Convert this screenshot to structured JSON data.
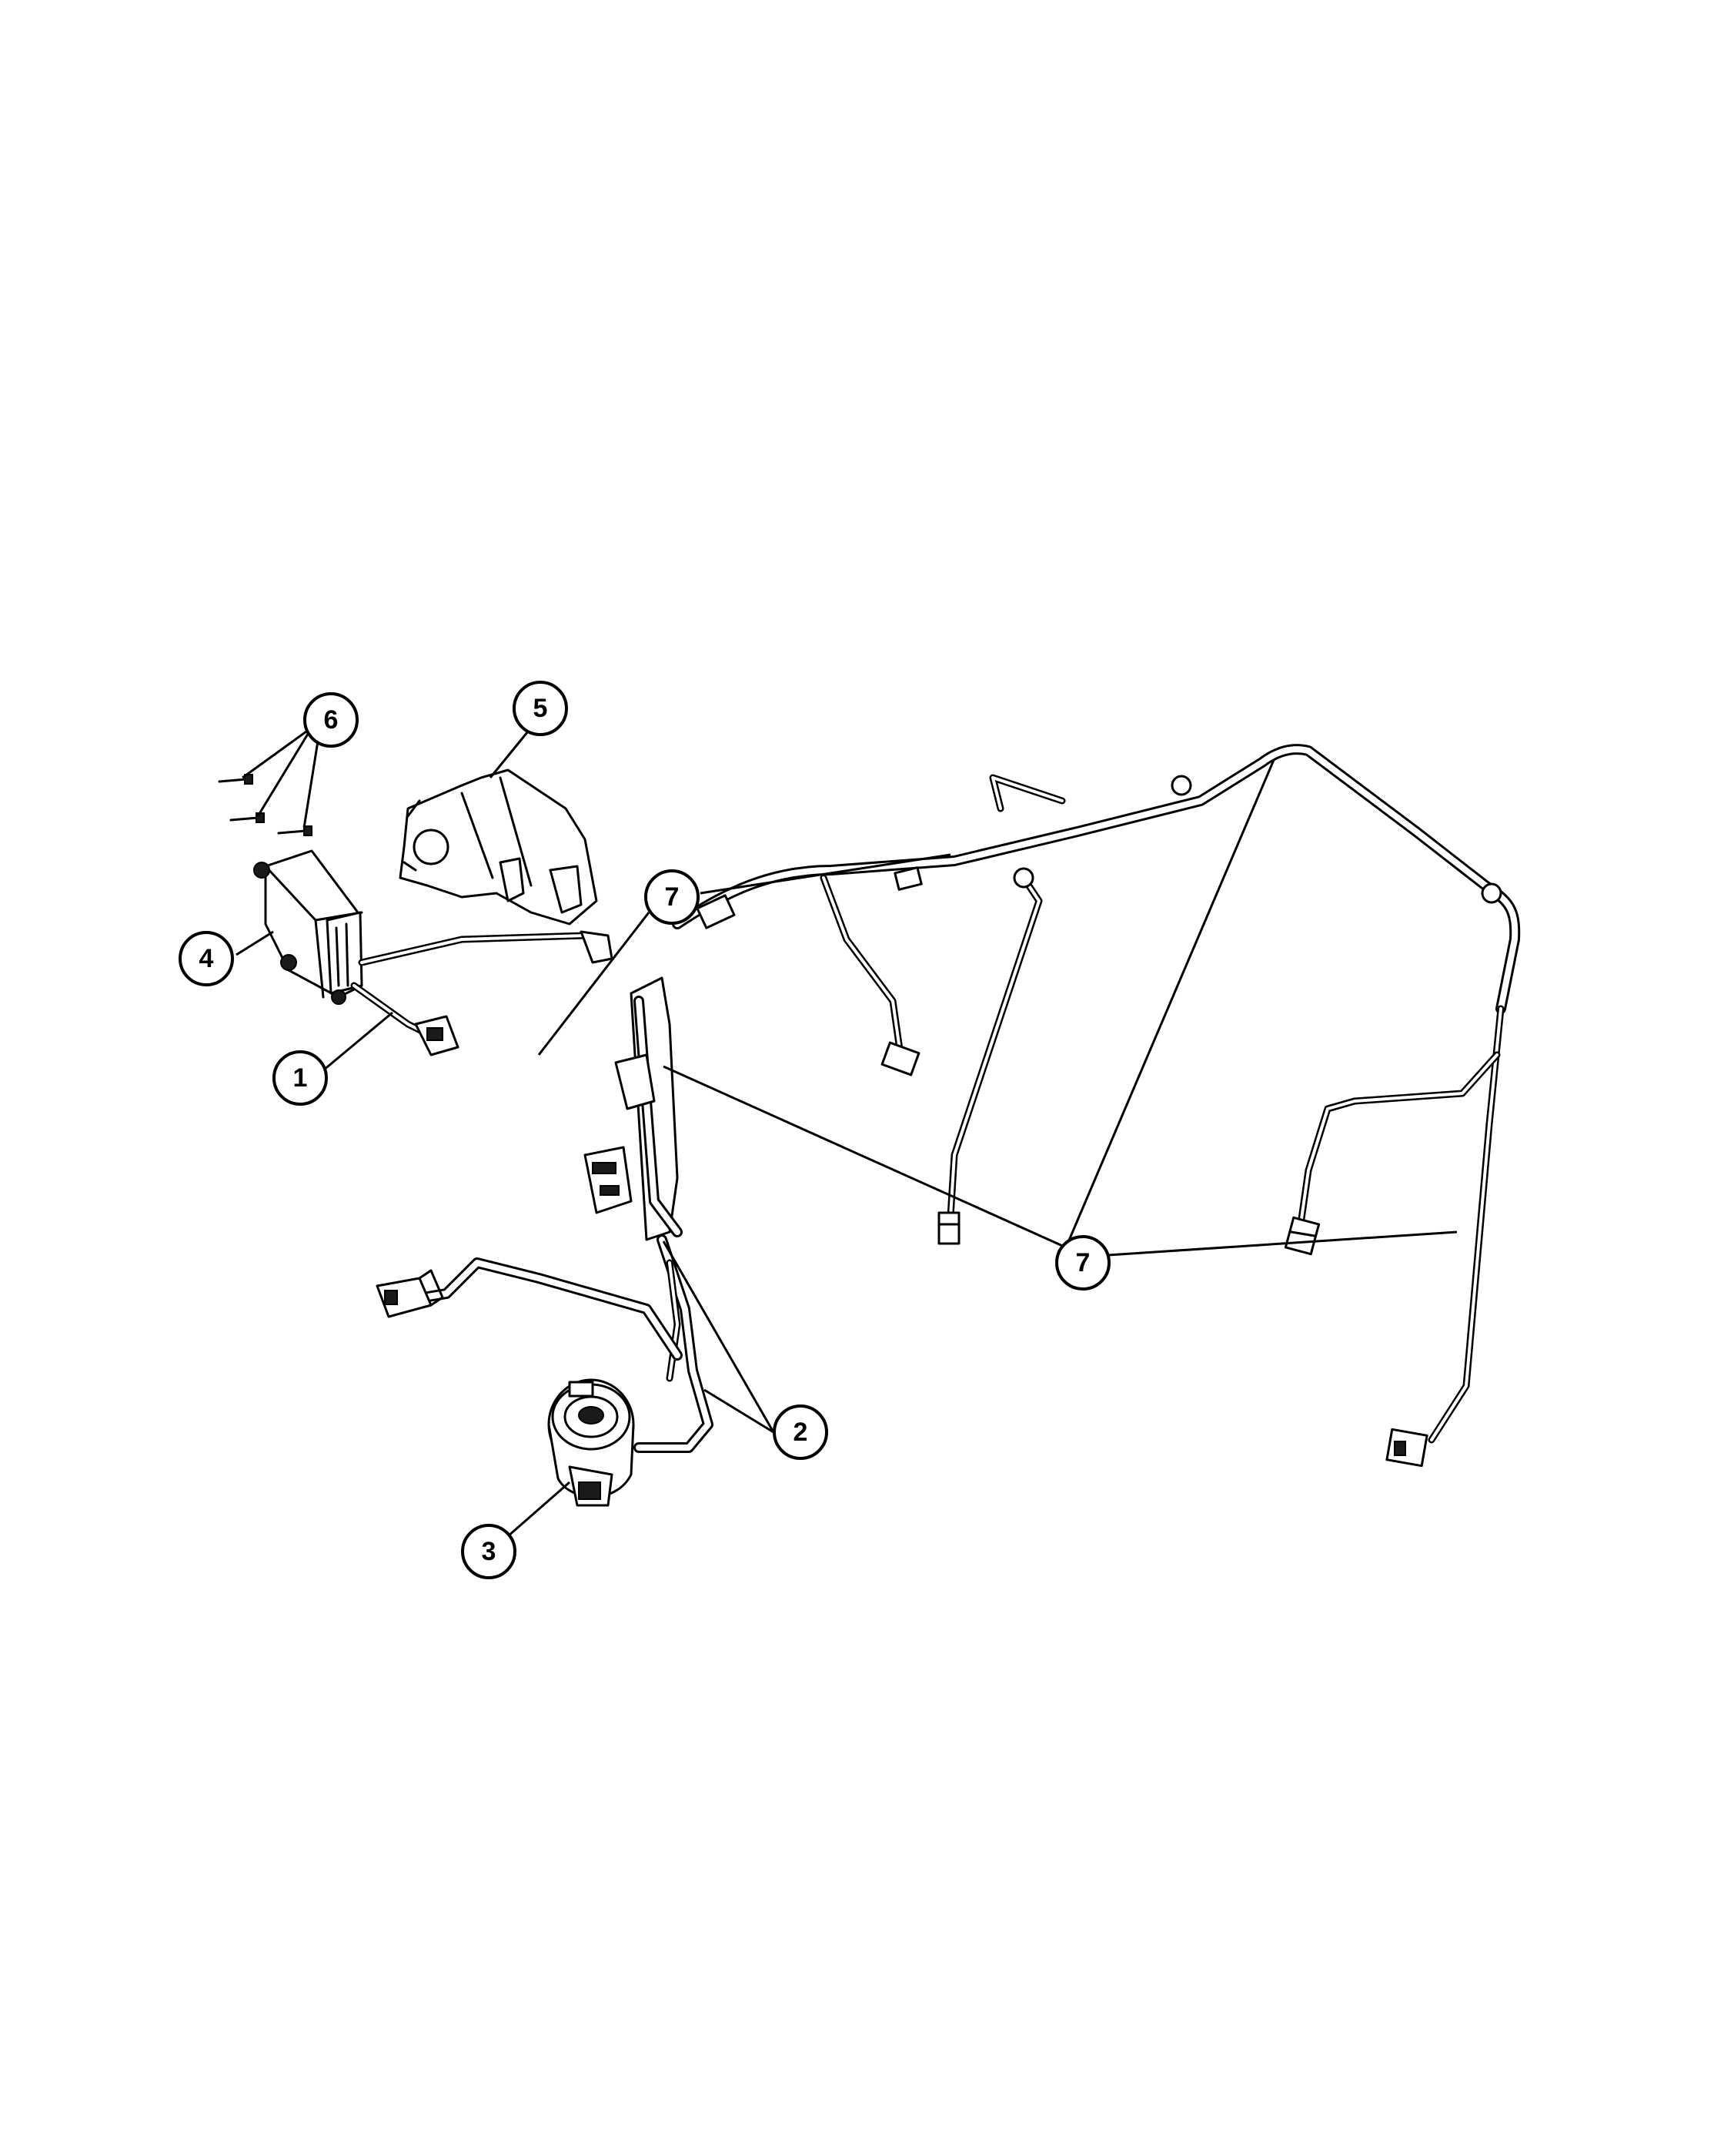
{
  "callouts": {
    "c1": "1",
    "c2": "2",
    "c3": "3",
    "c4": "4",
    "c5": "5",
    "c6": "6",
    "c7a": "7",
    "c7b": "7"
  }
}
